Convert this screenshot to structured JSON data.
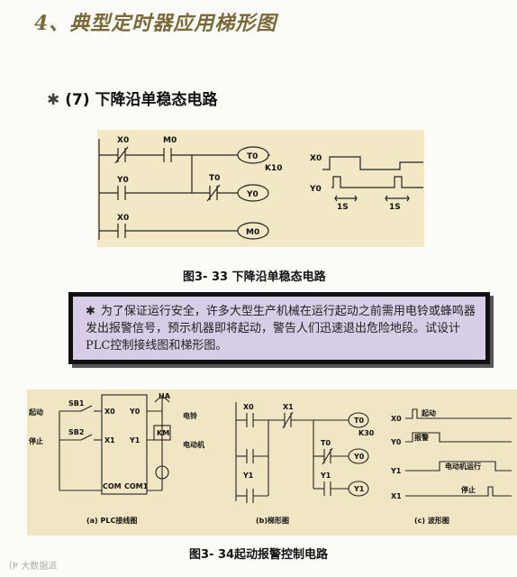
{
  "heading": "4、典型定时器应用梯形图",
  "section": {
    "star": "✱",
    "label": "(7) 下降沿单稳态电路"
  },
  "fig33": {
    "caption": "图3- 33 下降沿单稳态电路",
    "ladder": {
      "x0_nc": "X0",
      "m0_no": "M0",
      "t0_coil": "T0",
      "k10": "K10",
      "y0_no": "Y0",
      "t0_nc": "T0",
      "y0_coil": "Y0",
      "x0_no": "X0",
      "m0_coil": "M0"
    },
    "timing": {
      "x0": "X0",
      "y0": "Y0",
      "w1": "1S",
      "w2": "1S"
    }
  },
  "note": {
    "star": "✱",
    "text": "为了保证运行安全，许多大型生产机械在运行起动之前需用电铃或蜂鸣器发出报警信号，预示机器即将起动，警告人们迅速退出危险地段。试设计PLC控制接线图和梯形图。"
  },
  "fig34": {
    "caption": "图3- 34起动报警控制电路",
    "wiring": {
      "start": "起动",
      "stop": "停止",
      "sb1": "SB1",
      "sb2": "SB2",
      "x0": "X0",
      "x1": "X1",
      "y0": "Y0",
      "y1": "Y1",
      "com": "COM",
      "com1": "COM1",
      "ha": "HA",
      "km": "KM",
      "bell": "电铃",
      "motor": "电动机",
      "sub": "(a) PLC接线图"
    },
    "ladder": {
      "x0": "X0",
      "x1": "X1",
      "t0_coil": "T0",
      "k30": "K30",
      "y1_a": "Y1",
      "t0_c": "T0",
      "y0_coil": "Y0",
      "y1_b": "Y1",
      "y1_coil": "Y1",
      "sub": "(b)梯形图"
    },
    "timing": {
      "x0": "X0",
      "y0": "Y0",
      "y1": "Y1",
      "x1": "X1",
      "start": "起动",
      "alarm": "报警",
      "run": "电动机运行",
      "stop": "停止",
      "sub": "(c) 波形图"
    }
  },
  "watermark": "〔P 大数据派"
}
